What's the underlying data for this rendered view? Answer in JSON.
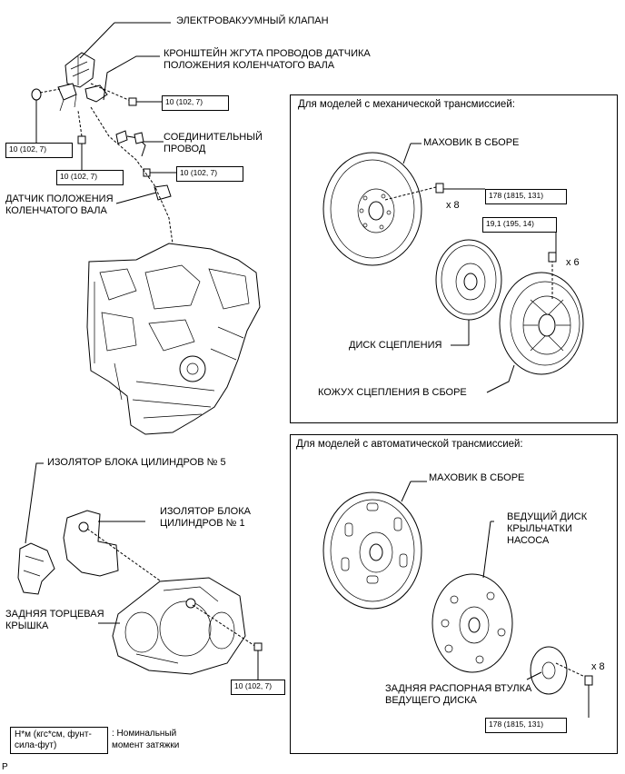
{
  "labels": {
    "vacuum_valve": "ЭЛЕКТРОВАКУУМНЫЙ КЛАПАН",
    "harness_bracket_1": "КРОНШТЕЙН ЖГУТА ПРОВОДОВ ДАТЧИКА",
    "harness_bracket_2": "ПОЛОЖЕНИЯ КОЛЕНЧАТОГО ВАЛА",
    "connecting_wire_1": "СОЕДИНИТЕЛЬНЫЙ",
    "connecting_wire_2": "ПРОВОД",
    "crank_sensor_1": "ДАТЧИК ПОЛОЖЕНИЯ",
    "crank_sensor_2": "КОЛЕНЧАТОГО ВАЛА",
    "insulator5": "ИЗОЛЯТОР БЛОКА ЦИЛИНДРОВ № 5",
    "insulator1_1": "ИЗОЛЯТОР БЛОКА",
    "insulator1_2": "ЦИЛИНДРОВ № 1",
    "rear_cover_1": "ЗАДНЯЯ ТОРЦЕВАЯ",
    "rear_cover_2": "КРЫШКА"
  },
  "torques": {
    "t1": "10 (102, 7)",
    "t2": "10 (102, 7)",
    "t3": "10 (102, 7)",
    "t4": "10 (102, 7)",
    "t5": "10 (102, 7)",
    "mt_flywheel": "178 (1815, 131)",
    "mt_cover": "19,1 (195, 14)",
    "at_plate": "178 (1815, 131)"
  },
  "mt_panel": {
    "title": "Для моделей с механической трансмиссией:",
    "flywheel": "МАХОВИК В СБОРЕ",
    "disc": "ДИСК СЦЕПЛЕНИЯ",
    "cover": "КОЖУХ СЦЕПЛЕНИЯ В СБОРЕ",
    "qty_flywheel": "x 8",
    "qty_cover": "x 6"
  },
  "at_panel": {
    "title": "Для моделей с автоматической трансмиссией:",
    "flywheel": "МАХОВИК В СБОРЕ",
    "drive_plate_1": "ВЕДУЩИЙ ДИСК",
    "drive_plate_2": "КРЫЛЬЧАТКИ",
    "drive_plate_3": "НАСОСА",
    "spacer_1": "ЗАДНЯЯ РАСПОРНАЯ ВТУЛКА",
    "spacer_2": "ВЕДУЩЕГО ДИСКА",
    "qty": "x 8"
  },
  "legend": {
    "unit_1": "Н*м (кгс*см, фунт-",
    "unit_2": "сила-фут)",
    "desc_1": ": Номинальный",
    "desc_2": "момент затяжки"
  },
  "corner_mark": "P"
}
